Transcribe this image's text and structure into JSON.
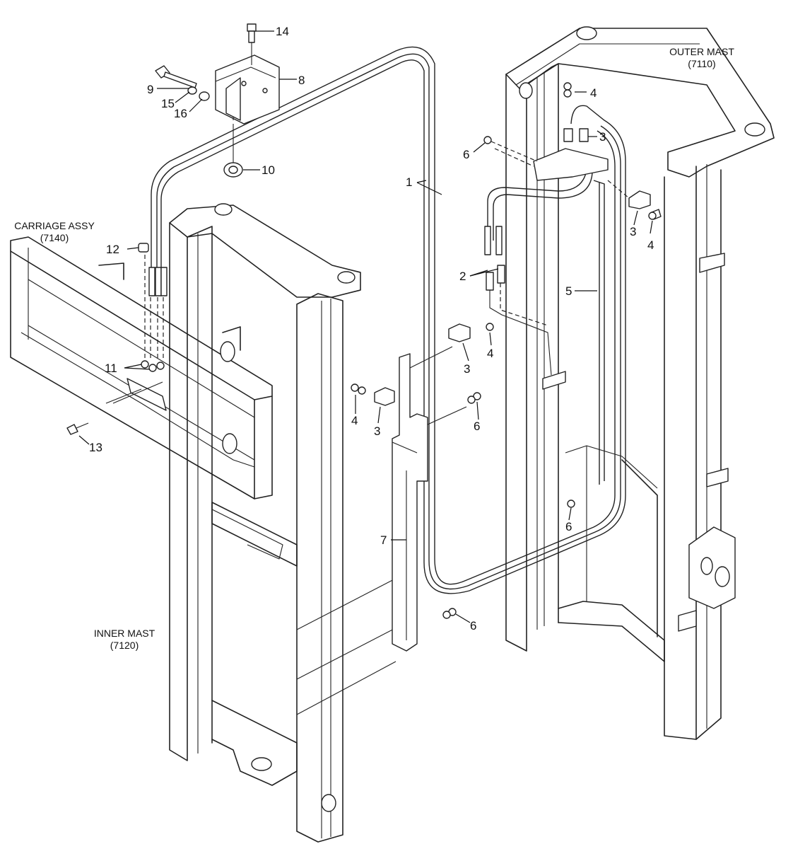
{
  "assemblies": {
    "outer_mast": {
      "name": "OUTER MAST",
      "code": "(7110)"
    },
    "carriage": {
      "name": "CARRIAGE ASSY",
      "code": "(7140)"
    },
    "inner_mast": {
      "name": "INNER MAST",
      "code": "(7120)"
    }
  },
  "callouts": {
    "n1": "1",
    "n2": "2",
    "n3a": "3",
    "n3b": "3",
    "n3c": "3",
    "n3d": "3",
    "n4a": "4",
    "n4b": "4",
    "n4c": "4",
    "n4d": "4",
    "n5": "5",
    "n6a": "6",
    "n6b": "6",
    "n6c": "6",
    "n6d": "6",
    "n7": "7",
    "n8": "8",
    "n9": "9",
    "n10": "10",
    "n11": "11",
    "n12": "12",
    "n13": "13",
    "n14": "14",
    "n15": "15",
    "n16": "16"
  }
}
